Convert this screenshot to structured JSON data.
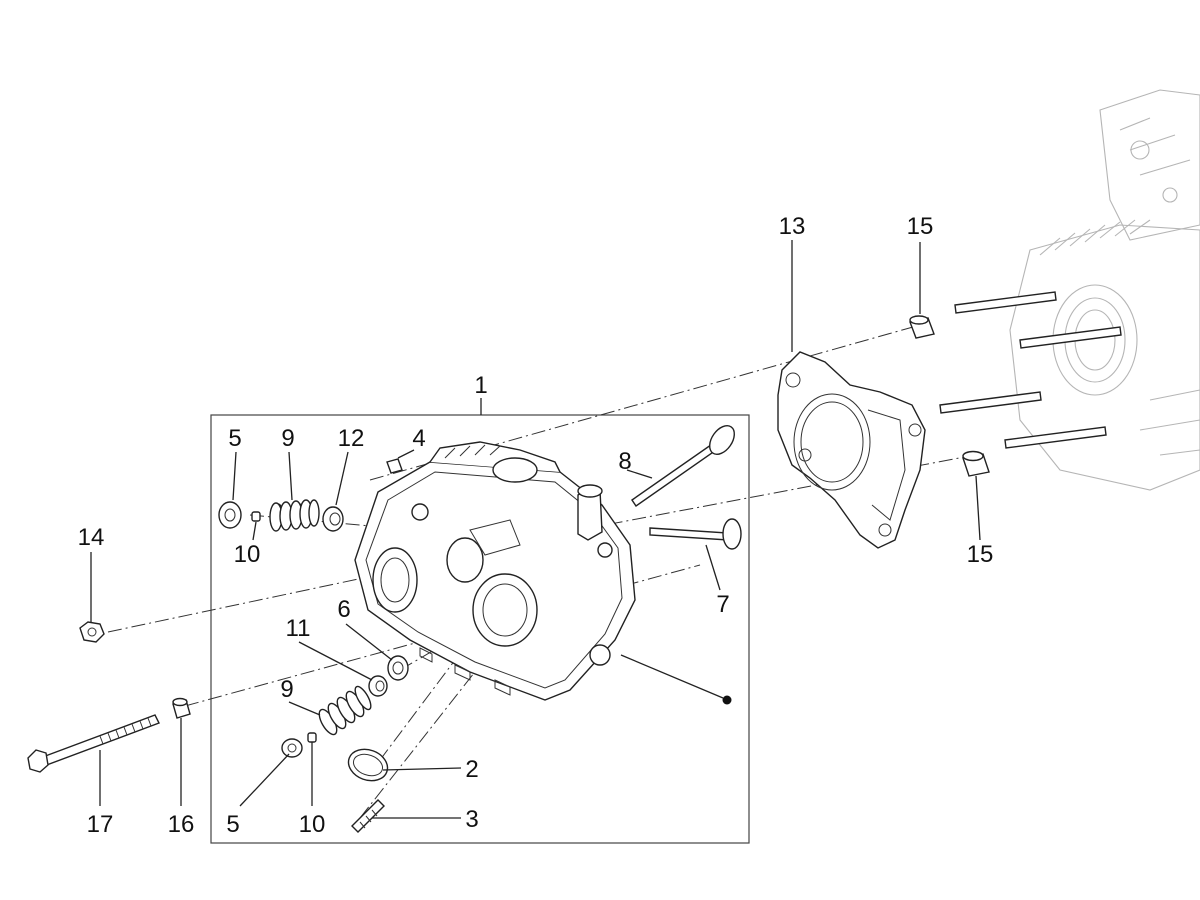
{
  "callouts": {
    "c1": "1",
    "c2": "2",
    "c3": "3",
    "c4": "4",
    "c5a": "5",
    "c5b": "5",
    "c6": "6",
    "c7": "7",
    "c8": "8",
    "c9a": "9",
    "c9b": "9",
    "c10a": "10",
    "c10b": "10",
    "c11": "11",
    "c12": "12",
    "c13": "13",
    "c14": "14",
    "c15a": "15",
    "c15b": "15",
    "c16": "16",
    "c17": "17"
  }
}
